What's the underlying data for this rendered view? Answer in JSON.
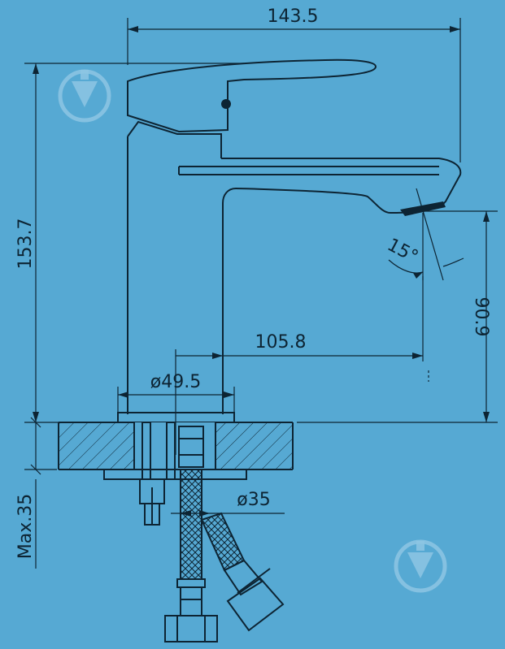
{
  "dimensions": {
    "overall_width": "143.5",
    "overall_height": "153.7",
    "spout_height": "90.9",
    "spout_reach": "105.8",
    "base_diameter": "ø49.5",
    "hose_diameter": "ø35",
    "counter_thickness": "Max.35",
    "spout_angle": "15°"
  },
  "watermark_icon": "downward-arrow-circle-logo",
  "colors": {
    "background": "#56a9d3",
    "line": "#0d2433",
    "watermark": "#8dc6e3"
  }
}
